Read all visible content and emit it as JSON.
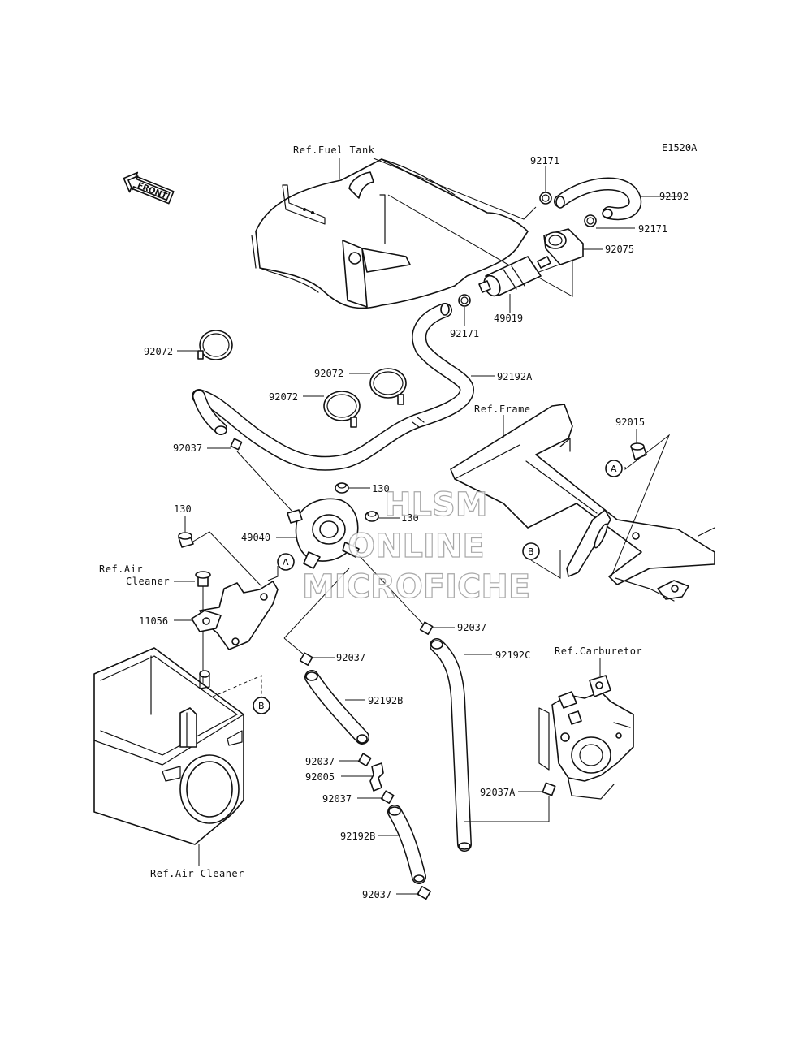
{
  "diagram_code": "E1520A",
  "front_label": "FRONT",
  "watermark": [
    "HLSM",
    "ONLINE",
    "MICROFICHE"
  ],
  "refs": {
    "fuel_tank": "Ref.Fuel Tank",
    "frame": "Ref.Frame",
    "air_cleaner_top_1": "Ref.Air",
    "air_cleaner_top_2": "Cleaner",
    "carburetor": "Ref.Carburetor",
    "air_cleaner_bottom": "Ref.Air Cleaner"
  },
  "parts": {
    "p92171_top": "92171",
    "p92192": "92192",
    "p92171_right": "92171",
    "p92075": "92075",
    "p49019": "49019",
    "p92171_mid": "92171",
    "p92072_top": "92072",
    "p92072_mid": "92072",
    "p92072_low": "92072",
    "p92192A": "92192A",
    "p92015": "92015",
    "p92037_left": "92037",
    "p130_top": "130",
    "p130_mid": "130",
    "p130_left": "130",
    "p49040": "49040",
    "p11056": "11056",
    "p92037_mid_right": "92037",
    "p92192C": "92192C",
    "p92037_mid": "92037",
    "p92192B_top": "92192B",
    "p92037_lower1": "92037",
    "p92005": "92005",
    "p92037_lower2": "92037",
    "p92192B_bottom": "92192B",
    "p92037_bottom": "92037",
    "p92037A": "92037A"
  },
  "callouts": {
    "a": "A",
    "b": "B"
  }
}
